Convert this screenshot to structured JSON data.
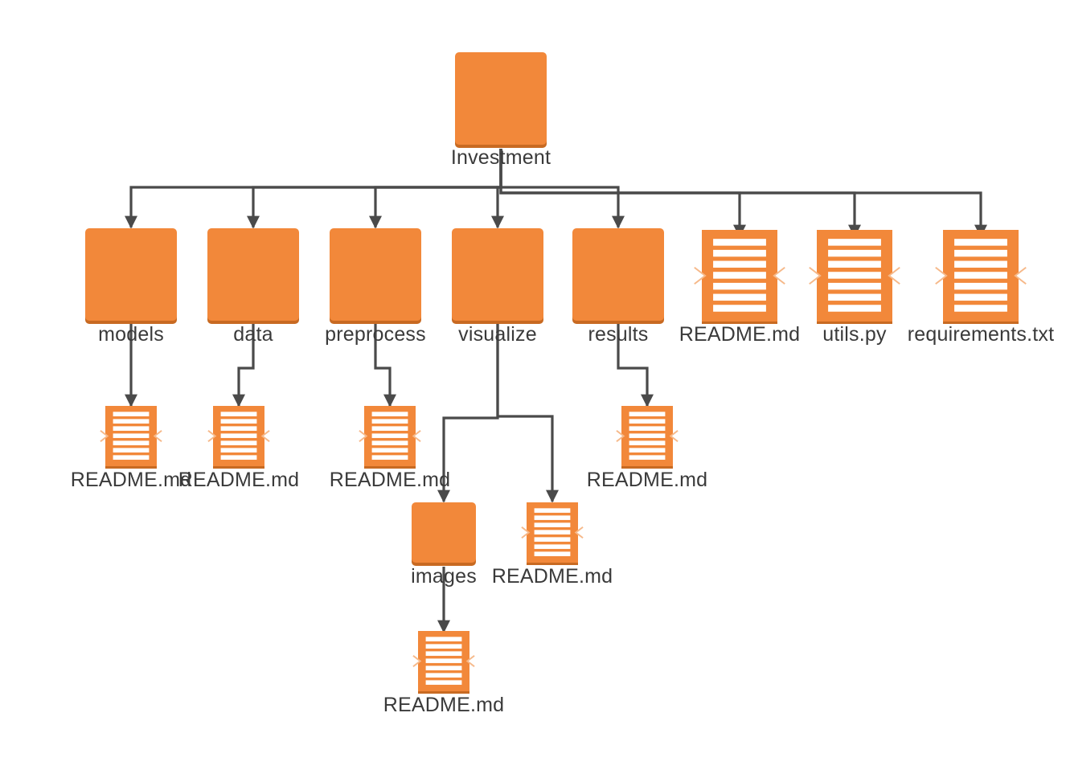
{
  "colors": {
    "node_fill": "#f2883a",
    "node_shadow": "#c86a22",
    "file_lines": "#ffffff",
    "connector": "#4a4a4a",
    "label_text": "#3a3a3a"
  },
  "tree": {
    "root": {
      "label": "Investment",
      "icon": "folder-icon"
    },
    "level1": [
      {
        "label": "models",
        "icon": "folder-icon"
      },
      {
        "label": "data",
        "icon": "folder-icon"
      },
      {
        "label": "preprocess",
        "icon": "folder-icon"
      },
      {
        "label": "visualize",
        "icon": "folder-icon"
      },
      {
        "label": "results",
        "icon": "folder-icon"
      },
      {
        "label": "README.md",
        "icon": "file-icon"
      },
      {
        "label": "utils.py",
        "icon": "file-icon"
      },
      {
        "label": "requirements.txt",
        "icon": "file-icon"
      }
    ],
    "level2": [
      {
        "label": "README.md",
        "parent": "models",
        "icon": "file-icon"
      },
      {
        "label": "README.md",
        "parent": "data",
        "icon": "file-icon"
      },
      {
        "label": "README.md",
        "parent": "preprocess",
        "icon": "file-icon"
      },
      {
        "label": "README.md",
        "parent": "results",
        "icon": "file-icon"
      }
    ],
    "level3": [
      {
        "label": "images",
        "parent": "visualize",
        "icon": "folder-icon"
      },
      {
        "label": "README.md",
        "parent": "visualize",
        "icon": "file-icon"
      }
    ],
    "level4": [
      {
        "label": "README.md",
        "parent": "images",
        "icon": "file-icon"
      }
    ]
  }
}
